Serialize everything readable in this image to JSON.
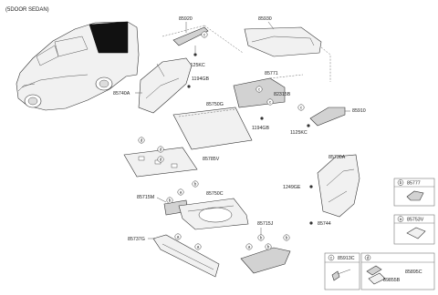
{
  "header": {
    "variant": "(5DOOR SEDAN)"
  },
  "parts": {
    "p85920": "85920",
    "p85930": "85930",
    "p1125kc_a": "1125KC",
    "p85740a": "85740A",
    "p1194gb_a": "1194GB",
    "p85750g": "85750G",
    "p85771": "85771",
    "p82315b": "82315B",
    "p1194gb_b": "1194GB",
    "p85910": "85910",
    "p1125kc_b": "1125KC",
    "p85785v": "85785V",
    "p85730a": "85730A",
    "p1249ge": "1249GE",
    "p85744": "85744",
    "p85715m": "85715M",
    "p85750c": "85750C",
    "p85737g": "85737G",
    "p85715j": "85715J"
  },
  "callouts": {
    "a": "a",
    "b": "b",
    "c": "c",
    "d": "d"
  },
  "legend": {
    "b_code": "b",
    "b_part": "85777",
    "a_code": "a",
    "a_part": "85753V",
    "c_code": "c",
    "c_part": "85913C",
    "d_code": "d",
    "d_part_top": "85895C",
    "d_part_bottom": "89855B"
  }
}
